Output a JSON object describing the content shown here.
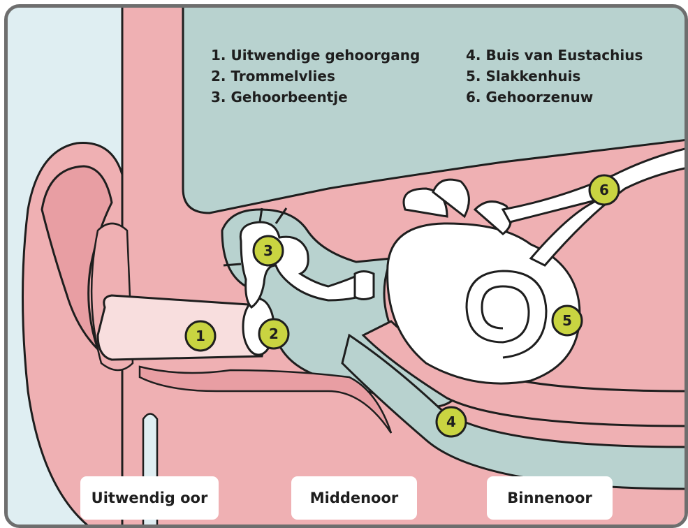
{
  "legend": {
    "items": [
      {
        "number": 1,
        "text": "1. Uitwendige gehoorgang"
      },
      {
        "number": 2,
        "text": "2. Trommelvlies"
      },
      {
        "number": 3,
        "text": "3. Gehoorbeentje"
      },
      {
        "number": 4,
        "text": "4. Buis van Eustachius"
      },
      {
        "number": 5,
        "text": "5. Slakkenhuis"
      },
      {
        "number": 6,
        "text": "6. Gehoorzenuw"
      }
    ]
  },
  "markers": [
    "1",
    "2",
    "3",
    "4",
    "5",
    "6"
  ],
  "regions": [
    "Uitwendig oor",
    "Middenoor",
    "Binnenoor"
  ],
  "colors": {
    "outside_sky": "#dfeef2",
    "tissue": "#efb0b3",
    "tissue_dark": "#e89ea3",
    "canal": "#f8dede",
    "cavity": "#b8d2cf",
    "bone": "#ffffff",
    "marker_fill": "#c9d441",
    "outline": "#1e1e1e",
    "frame": "#6e6e6e"
  }
}
